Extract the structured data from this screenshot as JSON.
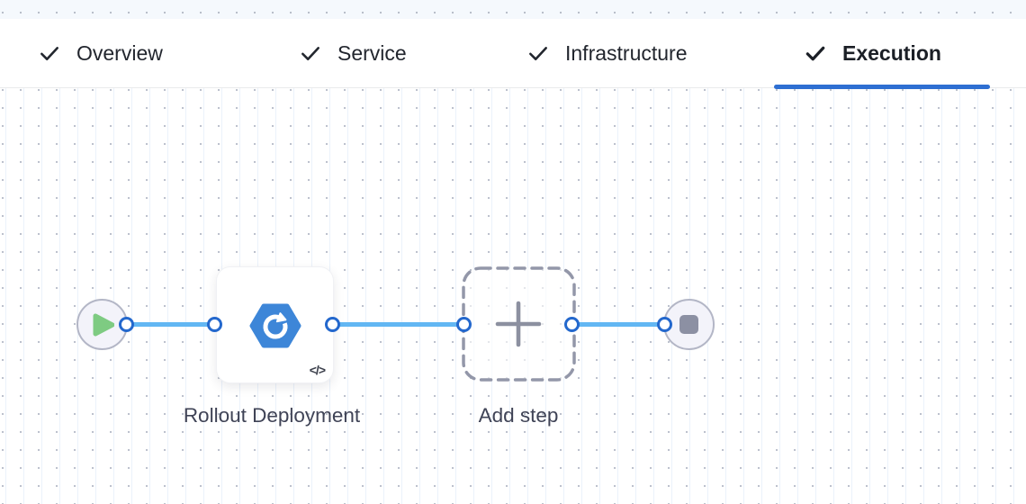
{
  "tabs": [
    {
      "label": "Overview",
      "completed": true,
      "active": false
    },
    {
      "label": "Service",
      "completed": true,
      "active": false
    },
    {
      "label": "Infrastructure",
      "completed": true,
      "active": false
    },
    {
      "label": "Execution",
      "completed": true,
      "active": true
    }
  ],
  "canvas": {
    "start_node": {
      "icon": "play-icon"
    },
    "end_node": {
      "icon": "stop-icon"
    },
    "steps": [
      {
        "name": "Rollout Deployment",
        "icon": "rollout-deployment-icon",
        "code_badge": "</>"
      }
    ],
    "add_step": {
      "label": "Add step",
      "icon": "plus-icon"
    }
  },
  "colors": {
    "active_tab_underline": "#2e6fd2",
    "edge_line": "#62b7f3",
    "port_ring": "#2468cd",
    "step_icon_blue": "#3d86d8",
    "play_green": "#7ecb82",
    "stop_gray": "#8c90a3",
    "node_fill": "#f3f3fa",
    "node_border": "#b3b6c6",
    "dash_border": "#9397a9",
    "label_text": "#3f4356",
    "top_strip_bg": "#f5f9fd"
  }
}
